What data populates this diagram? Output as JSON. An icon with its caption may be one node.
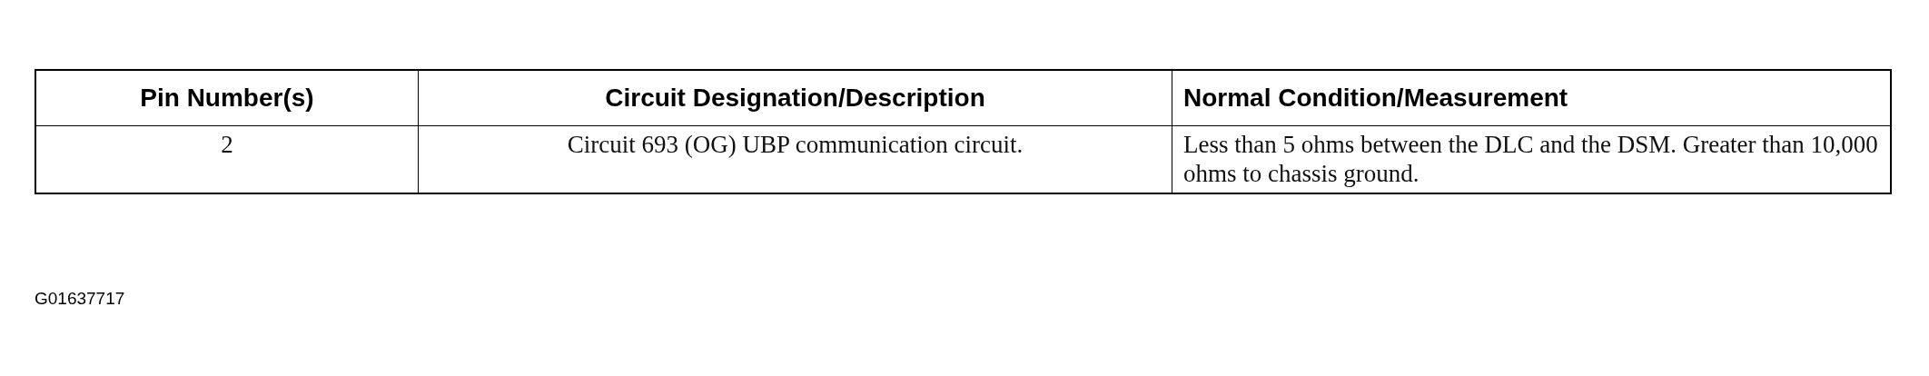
{
  "diagram": {
    "labels": [
      "Pin Number(s)",
      "Circuit Designation/Description",
      "Normal Condition/Measurement",
      "2",
      "Circuit 693 (OG) UBP communication circuit.",
      "Less than 5 ohms between the DLC and the DSM. Greater than 10,000 ohms to chassis ground.",
      "G01637717"
    ]
  }
}
